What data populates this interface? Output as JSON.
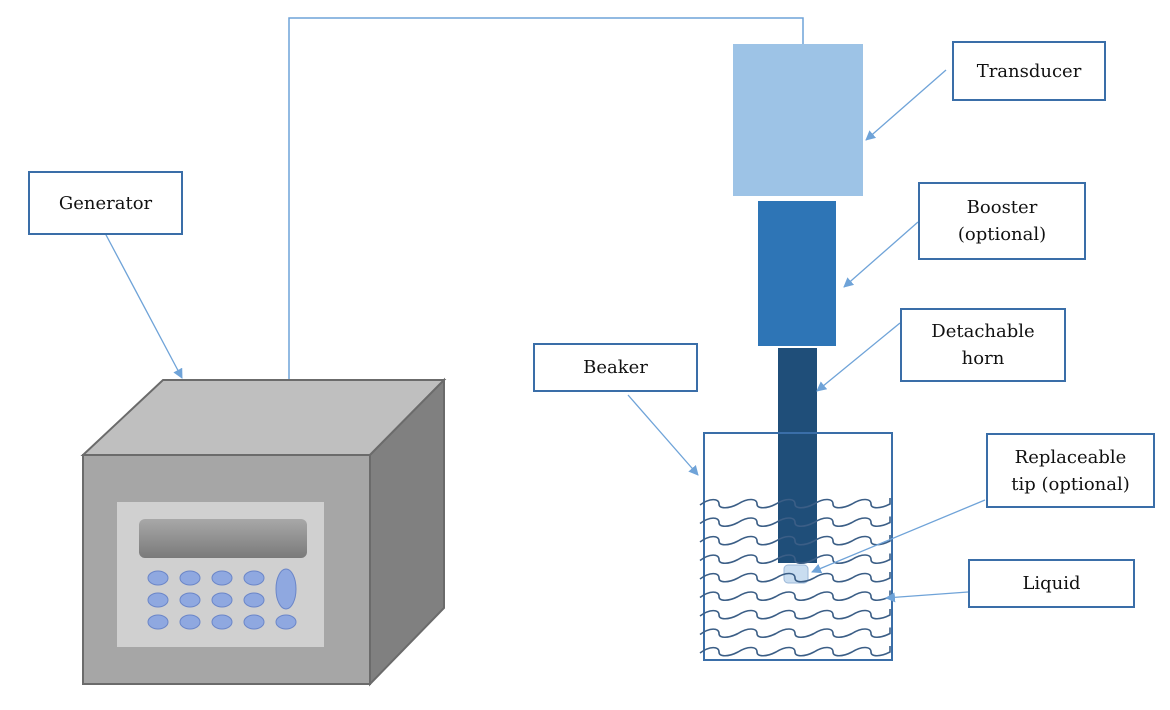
{
  "labels": {
    "generator": "Generator",
    "transducer": "Transducer",
    "booster_line1": "Booster",
    "booster_line2": "(optional)",
    "horn_line1": "Detachable",
    "horn_line2": "horn",
    "beaker": "Beaker",
    "tip_line1": "Replaceable",
    "tip_line2": "tip (optional)",
    "liquid": "Liquid"
  },
  "colors": {
    "label_border": "#3a6ea8",
    "arrow": "#6fa3d8",
    "cable": "#6fa3d8",
    "transducer": "#9dc3e6",
    "booster": "#2e75b6",
    "horn": "#1f4e79",
    "tip": "#c9ddf0",
    "liquid_wave": "#3b5e86",
    "beaker_outline": "#3a6ea8",
    "box_front": "#a6a6a6",
    "box_top": "#bfbfbf",
    "box_side": "#808080",
    "panel": "#d0d0d0",
    "display": "#8c8c8c",
    "keys": "#8fa8e0"
  }
}
